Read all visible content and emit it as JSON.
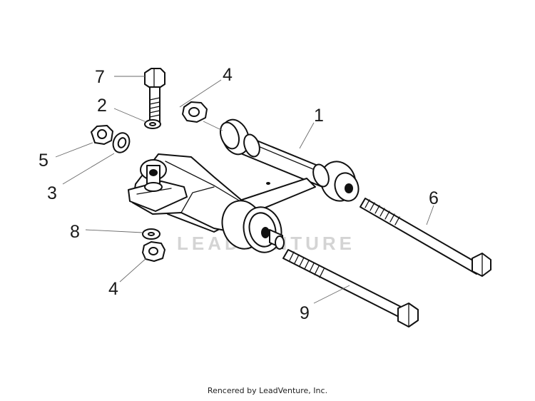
{
  "diagram": {
    "watermark": "LEADVENTURE",
    "callouts": {
      "c1": "1",
      "c2": "2",
      "c3": "3",
      "c4_top": "4",
      "c4_bottom": "4",
      "c5": "5",
      "c6": "6",
      "c7": "7",
      "c8": "8",
      "c9": "9"
    }
  },
  "footer": {
    "credit": "Rencered by LeadVenture, Inc."
  }
}
